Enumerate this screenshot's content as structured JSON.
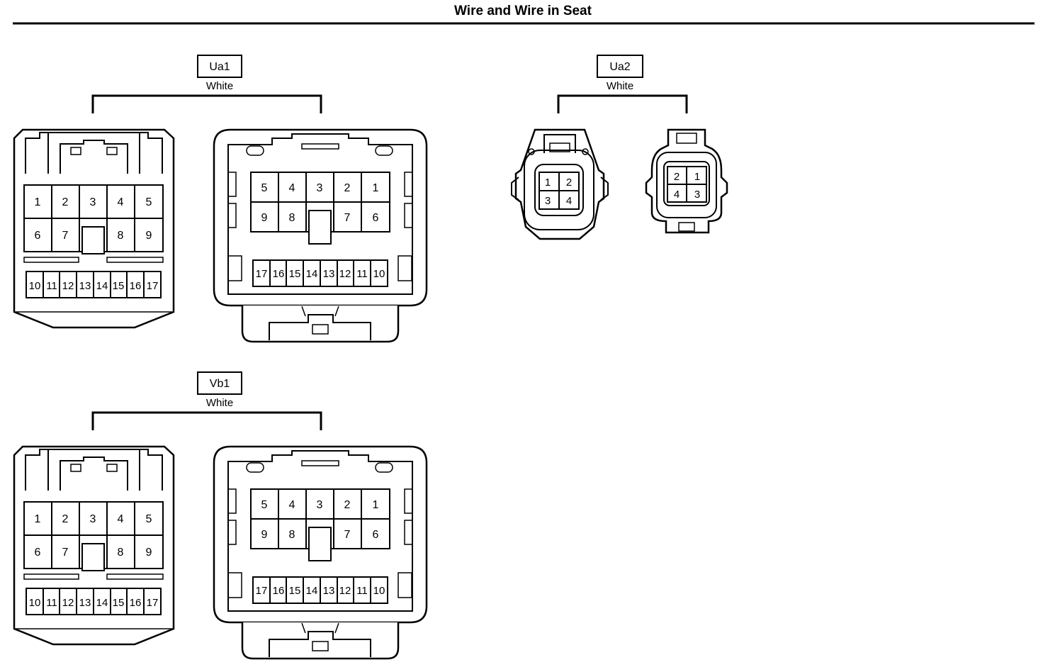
{
  "title": "Wire and Wire in Seat",
  "connectors": {
    "ua1": {
      "code": "Ua1",
      "color": "White",
      "left_rows": [
        [
          "1",
          "2",
          "3",
          "4",
          "5"
        ],
        [
          "6",
          "7",
          "",
          "8",
          "9"
        ]
      ],
      "left_small": [
        "10",
        "11",
        "12",
        "13",
        "14",
        "15",
        "16",
        "17"
      ],
      "right_rows": [
        [
          "5",
          "4",
          "3",
          "2",
          "1"
        ],
        [
          "9",
          "8",
          "",
          "7",
          "6"
        ]
      ],
      "right_small": [
        "17",
        "16",
        "15",
        "14",
        "13",
        "12",
        "11",
        "10"
      ]
    },
    "ua2": {
      "code": "Ua2",
      "color": "White",
      "left_pins": [
        [
          "1",
          "2"
        ],
        [
          "3",
          "4"
        ]
      ],
      "right_pins": [
        [
          "2",
          "1"
        ],
        [
          "4",
          "3"
        ]
      ]
    },
    "vb1": {
      "code": "Vb1",
      "color": "White",
      "left_rows": [
        [
          "1",
          "2",
          "3",
          "4",
          "5"
        ],
        [
          "6",
          "7",
          "",
          "8",
          "9"
        ]
      ],
      "left_small": [
        "10",
        "11",
        "12",
        "13",
        "14",
        "15",
        "16",
        "17"
      ],
      "right_rows": [
        [
          "5",
          "4",
          "3",
          "2",
          "1"
        ],
        [
          "9",
          "8",
          "",
          "7",
          "6"
        ]
      ],
      "right_small": [
        "17",
        "16",
        "15",
        "14",
        "13",
        "12",
        "11",
        "10"
      ]
    }
  }
}
